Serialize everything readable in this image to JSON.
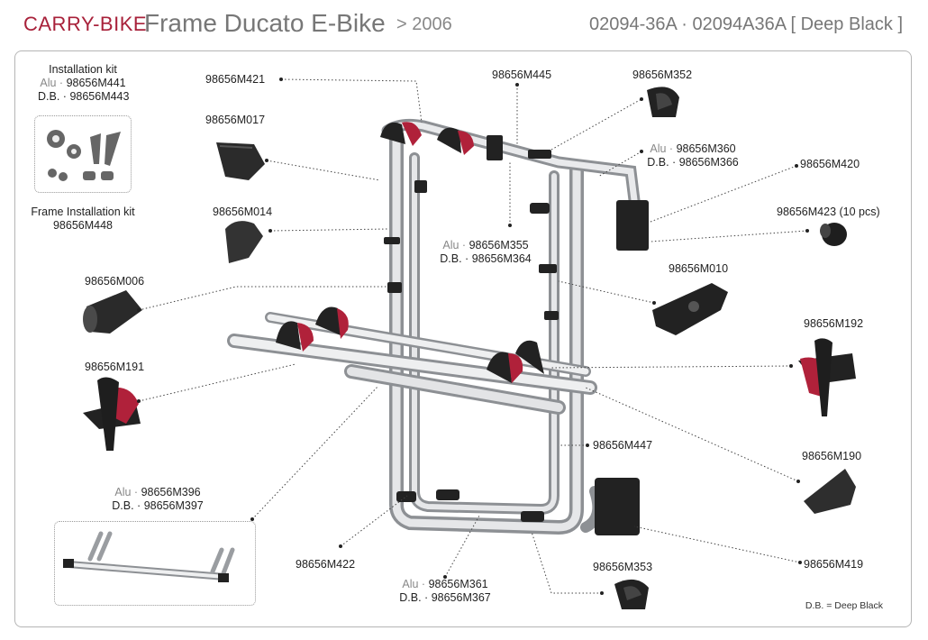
{
  "header": {
    "brand": "CARRY-BIKE",
    "title": "Frame Ducato E-Bike",
    "subtitle": "> 2006",
    "codes": "02094-36A · 02094A36A [ Deep Black ]"
  },
  "parts": {
    "installation_kit": {
      "title": "Installation kit",
      "alu": "98656M441",
      "db": "98656M443"
    },
    "frame_installation_kit": {
      "title": "Frame Installation kit",
      "code": "98656M448"
    },
    "m421": "98656M421",
    "m017": "98656M017",
    "m014": "98656M014",
    "m006": "98656M006",
    "m191": "98656M191",
    "m396_397": {
      "alu": "98656M396",
      "db": "98656M397"
    },
    "m422": "98656M422",
    "m361_367": {
      "alu": "98656M361",
      "db": "98656M367"
    },
    "m445": "98656M445",
    "m352": "98656M352",
    "m360_366": {
      "alu": "98656M360",
      "db": "98656M366"
    },
    "m420": "98656M420",
    "m423": "98656M423 (10 pcs)",
    "m355_364": {
      "alu": "98656M355",
      "db": "98656M364"
    },
    "m010": "98656M010",
    "m192": "98656M192",
    "m447": "98656M447",
    "m190": "98656M190",
    "m353": "98656M353",
    "m419": "98656M419"
  },
  "prefix": {
    "alu": "Alu ·",
    "db": "D.B. ·"
  },
  "note": "D.B. = Deep Black",
  "colors": {
    "brand": "#a8213a",
    "accent_red": "#b0213a",
    "frame": "#c9cbce",
    "part": "#222222"
  }
}
